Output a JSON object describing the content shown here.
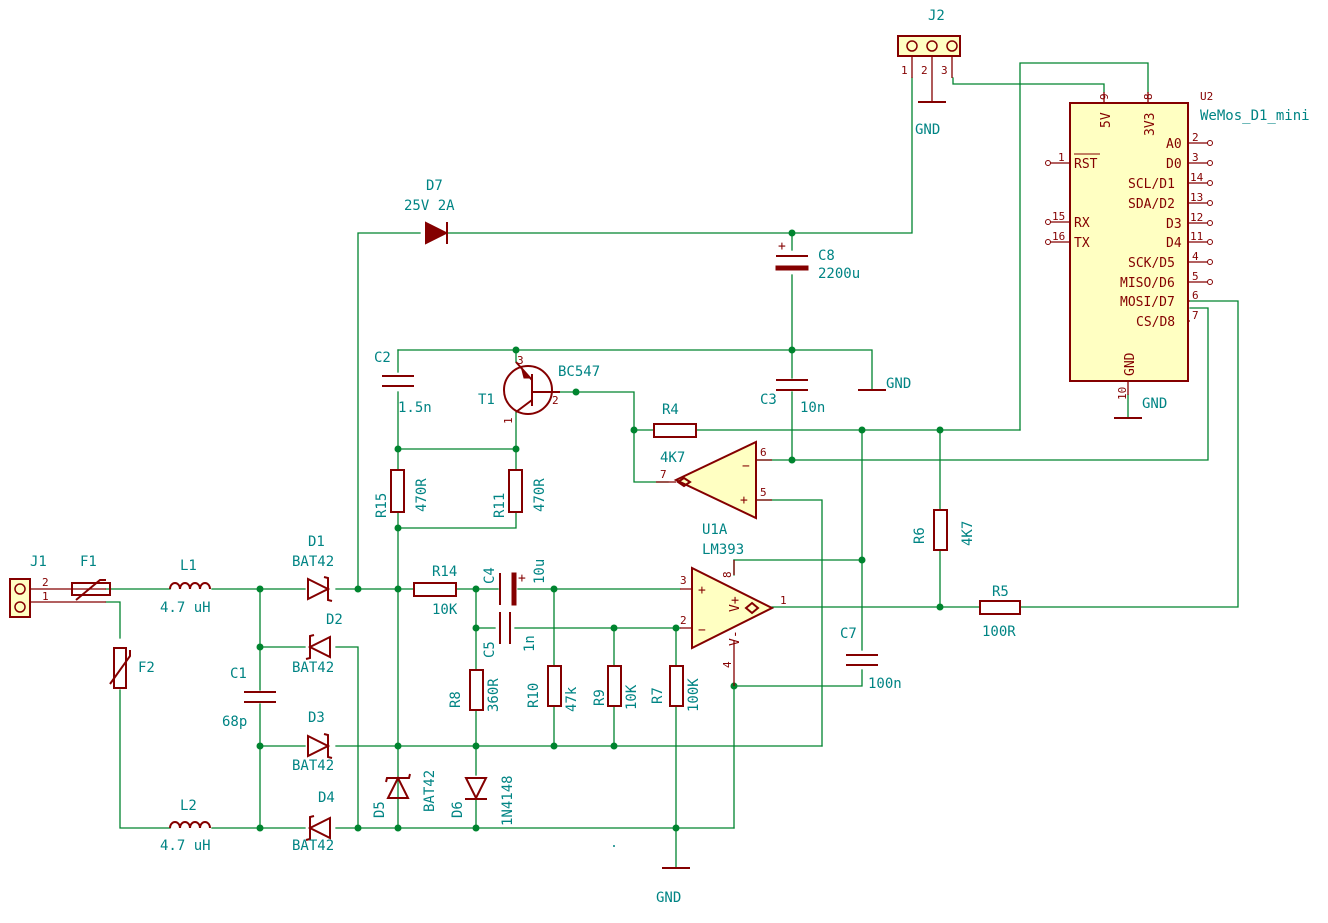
{
  "labels": {
    "j2_ref": "J2",
    "j2_p1": "1",
    "j2_p2": "2",
    "j2_p3": "3",
    "gnd_j2": "GND",
    "u2_ref": "U2",
    "u2_val": "WeMos_D1_mini",
    "u2_p9": "9",
    "u2_p8": "8",
    "u2_5v": "5V",
    "u2_3v3": "3V3",
    "u2_a0": "A0",
    "u2_d0": "D0",
    "u2_d1": "SCL/D1",
    "u2_d2": "SDA/D2",
    "u2_d3": "D3",
    "u2_d4": "D4",
    "u2_d5": "SCK/D5",
    "u2_d6": "MISO/D6",
    "u2_d7": "MOSI/D7",
    "u2_d8": "CS/D8",
    "u2_rst": "RST",
    "u2_rx": "RX",
    "u2_tx": "TX",
    "u2_gnd": "GND",
    "u2_n2": "2",
    "u2_n3": "3",
    "u2_n14": "14",
    "u2_n13": "13",
    "u2_n12": "12",
    "u2_n11": "11",
    "u2_n4": "4",
    "u2_n5": "5",
    "u2_n6": "6",
    "u2_n7": "7",
    "u2_n1": "1",
    "u2_n15": "15",
    "u2_n16": "16",
    "u2_n10": "10",
    "gnd_u2": "GND",
    "d7_ref": "D7",
    "d7_val": "25V 2A",
    "c8_ref": "C8",
    "c8_val": "2200u",
    "c2_ref": "C2",
    "c2_val": "1.5n",
    "t1_ref": "T1",
    "t1_val": "BC547",
    "t1_p1": "1",
    "t1_p2": "2",
    "t1_p3": "3",
    "c3_ref": "C3",
    "c3_val": "10n",
    "gnd_c3": "GND",
    "r4_ref": "R4",
    "r4_val": "4K7",
    "r15_ref": "R15",
    "r15_val": "470R",
    "r11_ref": "R11",
    "r11_val": "470R",
    "u1_ref": "U1A",
    "u1_val": "LM393",
    "u1_p7": "7",
    "u1_p6": "6",
    "u1_p5": "5",
    "u1_p3": "3",
    "u1_p2": "2",
    "u1_p1": "1",
    "u1_p8": "8",
    "u1_p4": "4",
    "r6_ref": "R6",
    "r6_val": "4K7",
    "r5_ref": "R5",
    "r5_val": "100R",
    "c7_ref": "C7",
    "c7_val": "100n",
    "j1_ref": "J1",
    "j1_p2": "2",
    "j1_p1": "1",
    "f1_ref": "F1",
    "f2_ref": "F2",
    "l1_ref": "L1",
    "l1_val": "4.7 uH",
    "l2_ref": "L2",
    "l2_val": "4.7 uH",
    "d1_ref": "D1",
    "d1_val": "BAT42",
    "d2_ref": "D2",
    "d2_val": "BAT42",
    "d3_ref": "D3",
    "d3_val": "BAT42",
    "d4_ref": "D4",
    "d4_val": "BAT42",
    "d5_ref": "D5",
    "d5_val": "BAT42",
    "d6_ref": "D6",
    "d6_val": "1N4148",
    "c1_ref": "C1",
    "c1_val": "68p",
    "r14_ref": "R14",
    "r14_val": "10K",
    "c4_ref": "C4",
    "c4_val": "10u",
    "c5_ref": "C5",
    "c5_val": "1n",
    "r8_ref": "R8",
    "r8_val": "360R",
    "r10_ref": "R10",
    "r10_val": "47k",
    "r9_ref": "R9",
    "r9_val": "10K",
    "r7_ref": "R7",
    "r7_val": "100K",
    "gnd_main": "GND",
    "pin_plus": "+",
    "pin_minus": "−",
    "pin_vp": "V+",
    "pin_vm": "V-"
  },
  "colors": {
    "wire": "#00842f",
    "component": "#840000",
    "component_fill": "#ffffc2",
    "label": "#008484"
  }
}
